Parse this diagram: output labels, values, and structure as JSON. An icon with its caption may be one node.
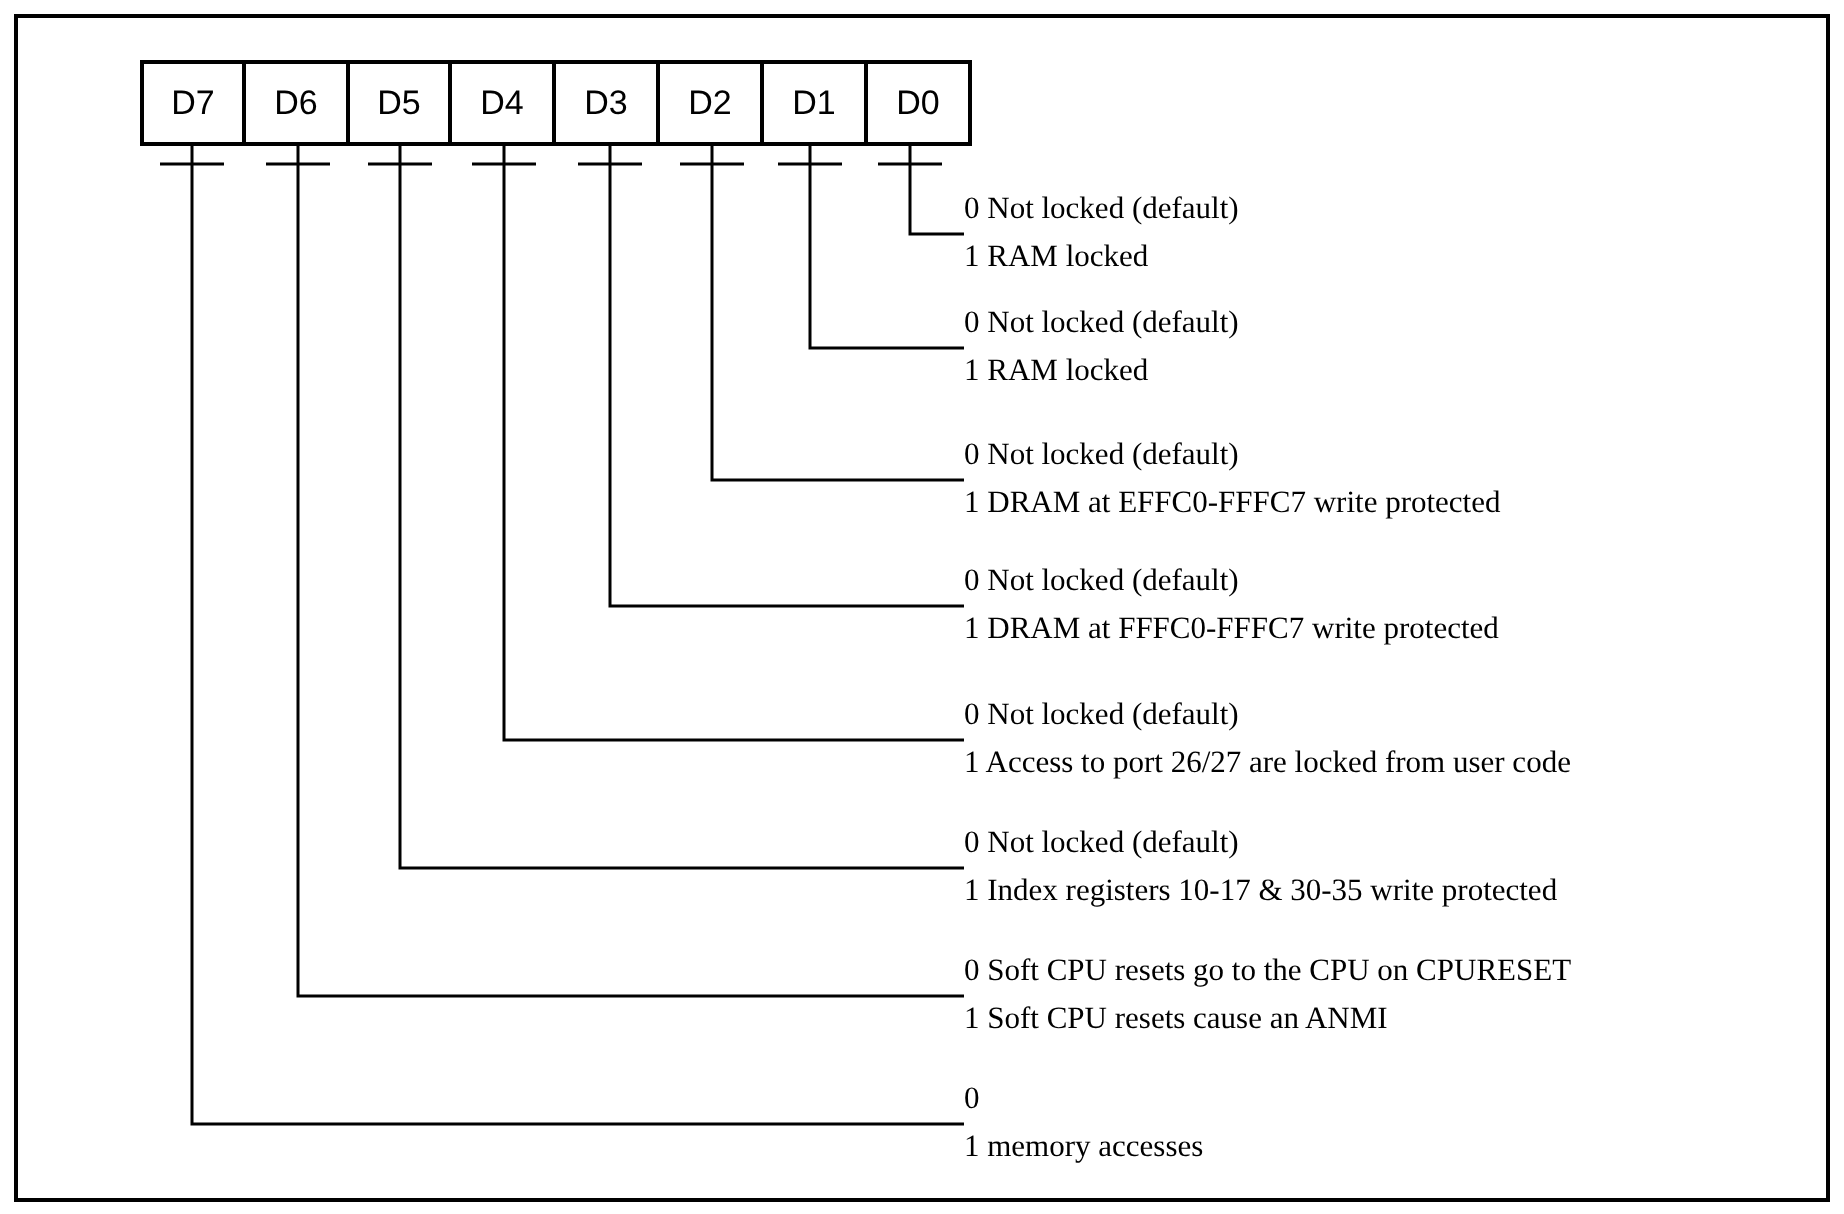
{
  "diagram": {
    "nodes": [
      {
        "text": [
          "D7"
        ]
      },
      {
        "text": [
          "D6"
        ]
      },
      {
        "text": [
          "D5"
        ]
      },
      {
        "text": [
          "D4"
        ]
      },
      {
        "text": [
          "D3"
        ]
      },
      {
        "text": [
          "D2"
        ]
      },
      {
        "text": [
          "D1"
        ]
      },
      {
        "text": [
          "D0"
        ]
      },
      {
        "text": [
          "0 Not locked (default)",
          "1 RAM locked"
        ]
      },
      {
        "text": [
          "0 Not locked (default)",
          "1 RAM locked"
        ]
      },
      {
        "text": [
          "0 Not locked (default)",
          "1 DRAM at EFFC0-FFFC7 write protected"
        ]
      },
      {
        "text": [
          "0 Not locked (default)",
          "1 DRAM at FFFC0-FFFC7 write protected"
        ]
      },
      {
        "text": [
          "0 Not locked (default)",
          "1 Access to port 26/27 are locked from user code"
        ]
      },
      {
        "text": [
          "0 Not locked (default)",
          "1 Index registers 10-17 & 30-35 write protected"
        ]
      },
      {
        "text": [
          "0 Soft CPU resets go to the CPU on CPURESET",
          "1 Soft CPU resets cause an ANMI"
        ]
      },
      {
        "text": [
          "0",
          "1 memory accesses"
        ]
      }
    ],
    "edges": [
      {
        "from": 7,
        "to": 8,
        "arrow": "none"
      },
      {
        "from": 6,
        "to": 9,
        "arrow": "none"
      },
      {
        "from": 5,
        "to": 10,
        "arrow": "none"
      },
      {
        "from": 4,
        "to": 11,
        "arrow": "none"
      },
      {
        "from": 3,
        "to": 12,
        "arrow": "none"
      },
      {
        "from": 2,
        "to": 13,
        "arrow": "none"
      },
      {
        "from": 1,
        "to": 14,
        "arrow": "none"
      },
      {
        "from": 0,
        "to": 15,
        "arrow": "none"
      }
    ]
  }
}
